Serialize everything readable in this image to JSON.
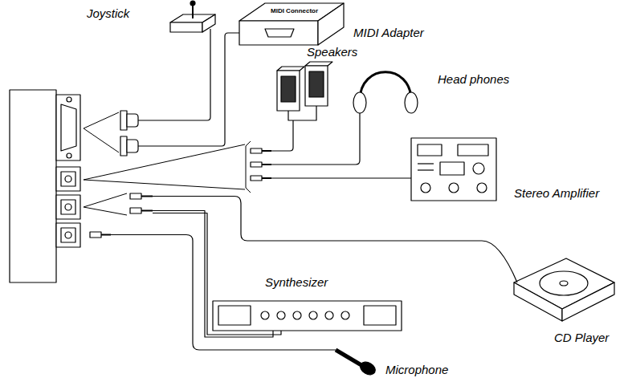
{
  "diagram": {
    "labels": [
      "Joystick",
      "MIDI Connector",
      "MIDI Adapter",
      "Speakers",
      "Head phones",
      "Stereo Amplifier",
      "CD Player",
      "Synthesizer",
      "Microphone"
    ]
  }
}
